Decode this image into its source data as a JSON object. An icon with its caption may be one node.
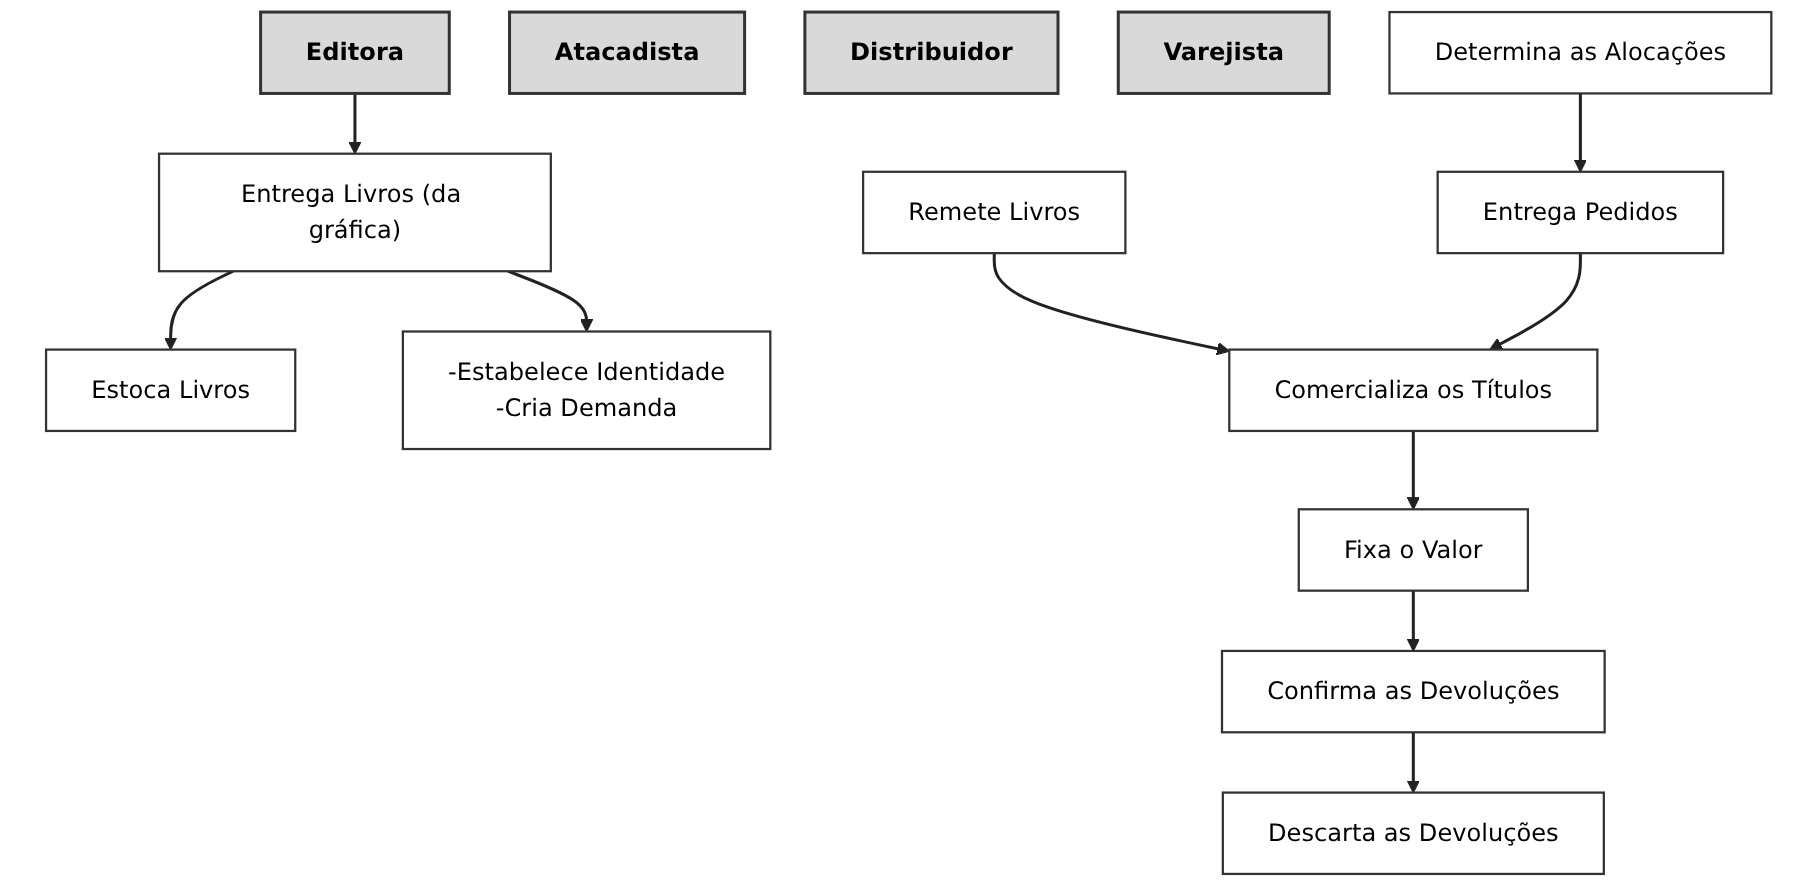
{
  "diagram": {
    "nodes": [
      {
        "text": [
          "Editora"
        ]
      },
      {
        "text": [
          "Atacadista"
        ]
      },
      {
        "text": [
          "Distribuidor"
        ]
      },
      {
        "text": [
          "Varejista"
        ]
      },
      {
        "text": [
          "Entrega Livros (da gráfica)"
        ]
      },
      {
        "text": [
          "Estoca Livros"
        ]
      },
      {
        "text": [
          "Determina as Alocações"
        ]
      },
      {
        "text": [
          "Comercializa os Títulos"
        ]
      },
      {
        "text": [
          "Remete Livros"
        ]
      },
      {
        "text": [
          "-Estabelece Identidade",
          "-Cria Demanda"
        ]
      },
      {
        "text": [
          "Entrega Pedidos"
        ]
      },
      {
        "text": [
          "Fixa o Valor"
        ]
      },
      {
        "text": [
          "Descarta as Devoluções"
        ]
      },
      {
        "text": [
          "Confirma as Devoluções"
        ]
      }
    ],
    "edges": [
      {
        "from": 0,
        "to": 4,
        "arrow": "to"
      },
      {
        "from": 4,
        "to": 5,
        "arrow": "to"
      },
      {
        "from": 4,
        "to": 9,
        "arrow": "to"
      },
      {
        "from": 6,
        "to": 10,
        "arrow": "to"
      },
      {
        "from": 8,
        "to": 7,
        "arrow": "to"
      },
      {
        "from": 10,
        "to": 7,
        "arrow": "to"
      },
      {
        "from": 7,
        "to": 11,
        "arrow": "to"
      },
      {
        "from": 11,
        "to": 13,
        "arrow": "to"
      },
      {
        "from": 13,
        "to": 12,
        "arrow": "to"
      }
    ]
  }
}
